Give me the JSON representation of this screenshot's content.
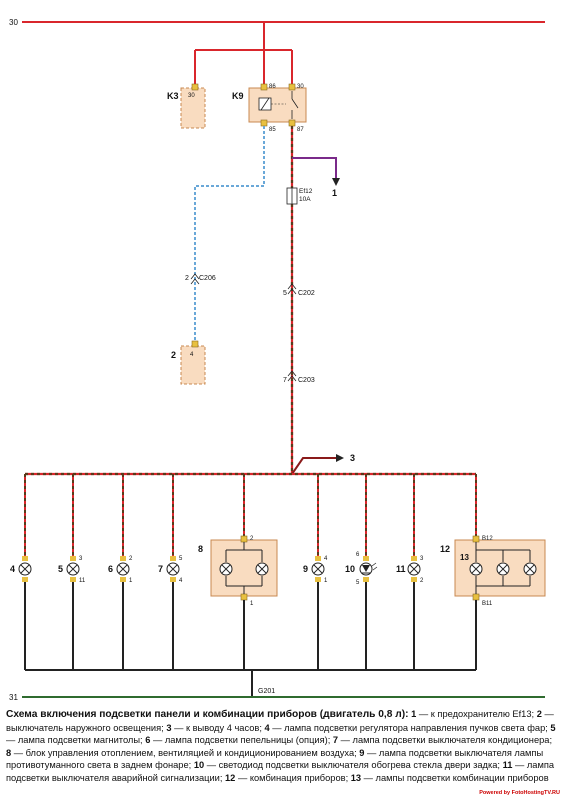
{
  "diagram": {
    "power_rail_label": "30",
    "ground_rail_label": "31",
    "ground_point": "G201",
    "relays": {
      "k3": {
        "label": "K3",
        "pin": "30"
      },
      "k9": {
        "label": "K9",
        "pin_86": "86",
        "pin_30": "30",
        "pin_85": "85",
        "pin_87": "87"
      }
    },
    "fuse": {
      "name": "Ef12",
      "rating": "10A"
    },
    "outputs": {
      "out1": "1",
      "out3": "3"
    },
    "connectors": {
      "c206_label": "C206",
      "c206_pin": "2",
      "c202_label": "C202",
      "c202_pin": "5",
      "c203_label": "C203",
      "c203_pin": "7"
    },
    "switch2": {
      "label": "2",
      "pin": "4"
    },
    "lamps": [
      {
        "id": "4",
        "pin_top": "",
        "pin_bottom": ""
      },
      {
        "id": "5",
        "pin_top": "3",
        "pin_bottom": "11"
      },
      {
        "id": "6",
        "pin_top": "2",
        "pin_bottom": "1"
      },
      {
        "id": "7",
        "pin_top": "5",
        "pin_bottom": "4"
      },
      {
        "id": "9",
        "pin_top": "4",
        "pin_bottom": "1"
      },
      {
        "id": "10",
        "pin_top": "6",
        "pin_bottom": "5"
      },
      {
        "id": "11",
        "pin_top": "3",
        "pin_bottom": "2"
      }
    ],
    "unit8": {
      "label": "8",
      "pin_top": "2",
      "pin_bottom": "1"
    },
    "unit12": {
      "label": "12",
      "sub_label": "13",
      "pin_top": "B12",
      "pin_bottom": "B11"
    }
  },
  "caption": {
    "title": "Схема включения подсветки панели и комбинации приборов (двигатель 0,8 л):",
    "items": [
      {
        "n": "1",
        "text": " — к предохранителю Ef13; "
      },
      {
        "n": "2",
        "text": " — выключатель наружного освещения; "
      },
      {
        "n": "3",
        "text": " — к выводу 4 часов; "
      },
      {
        "n": "4",
        "text": " — лампа подсветки регулятора направления пучков света фар; "
      },
      {
        "n": "5",
        "text": " — лампа подсветки магнитолы; "
      },
      {
        "n": "6",
        "text": " — лампа подсветки пепельницы (опция); "
      },
      {
        "n": "7",
        "text": " — лампа подсветки выключателя кондиционера; "
      },
      {
        "n": "8",
        "text": " — блок управления отоплением, вентиляцией и кондиционированием воздуха; "
      },
      {
        "n": "9",
        "text": " — лампа подсветки выключателя лампы противотуманного света в заднем фонаре; "
      },
      {
        "n": "10",
        "text": " — светодиод подсветки выключателя обогрева стекла двери задка; "
      },
      {
        "n": "11",
        "text": " — лампа подсветки выключателя аварийной сигнализации; "
      },
      {
        "n": "12",
        "text": " — комбинация приборов; "
      },
      {
        "n": "13",
        "text": " — лампы подсветки комбинации приборов"
      }
    ]
  },
  "footer": "Powered by FotoHostingTV.RU",
  "colors": {
    "red": "#d9262c",
    "dark_red": "#8a1a1a",
    "blue": "#6aa8d8",
    "purple": "#7a2a8a",
    "brown": "#5a3a1a",
    "black": "#222222",
    "green": "#2f6b2f",
    "box_fill": "#f9dcc0",
    "box_stroke": "#c88850"
  }
}
